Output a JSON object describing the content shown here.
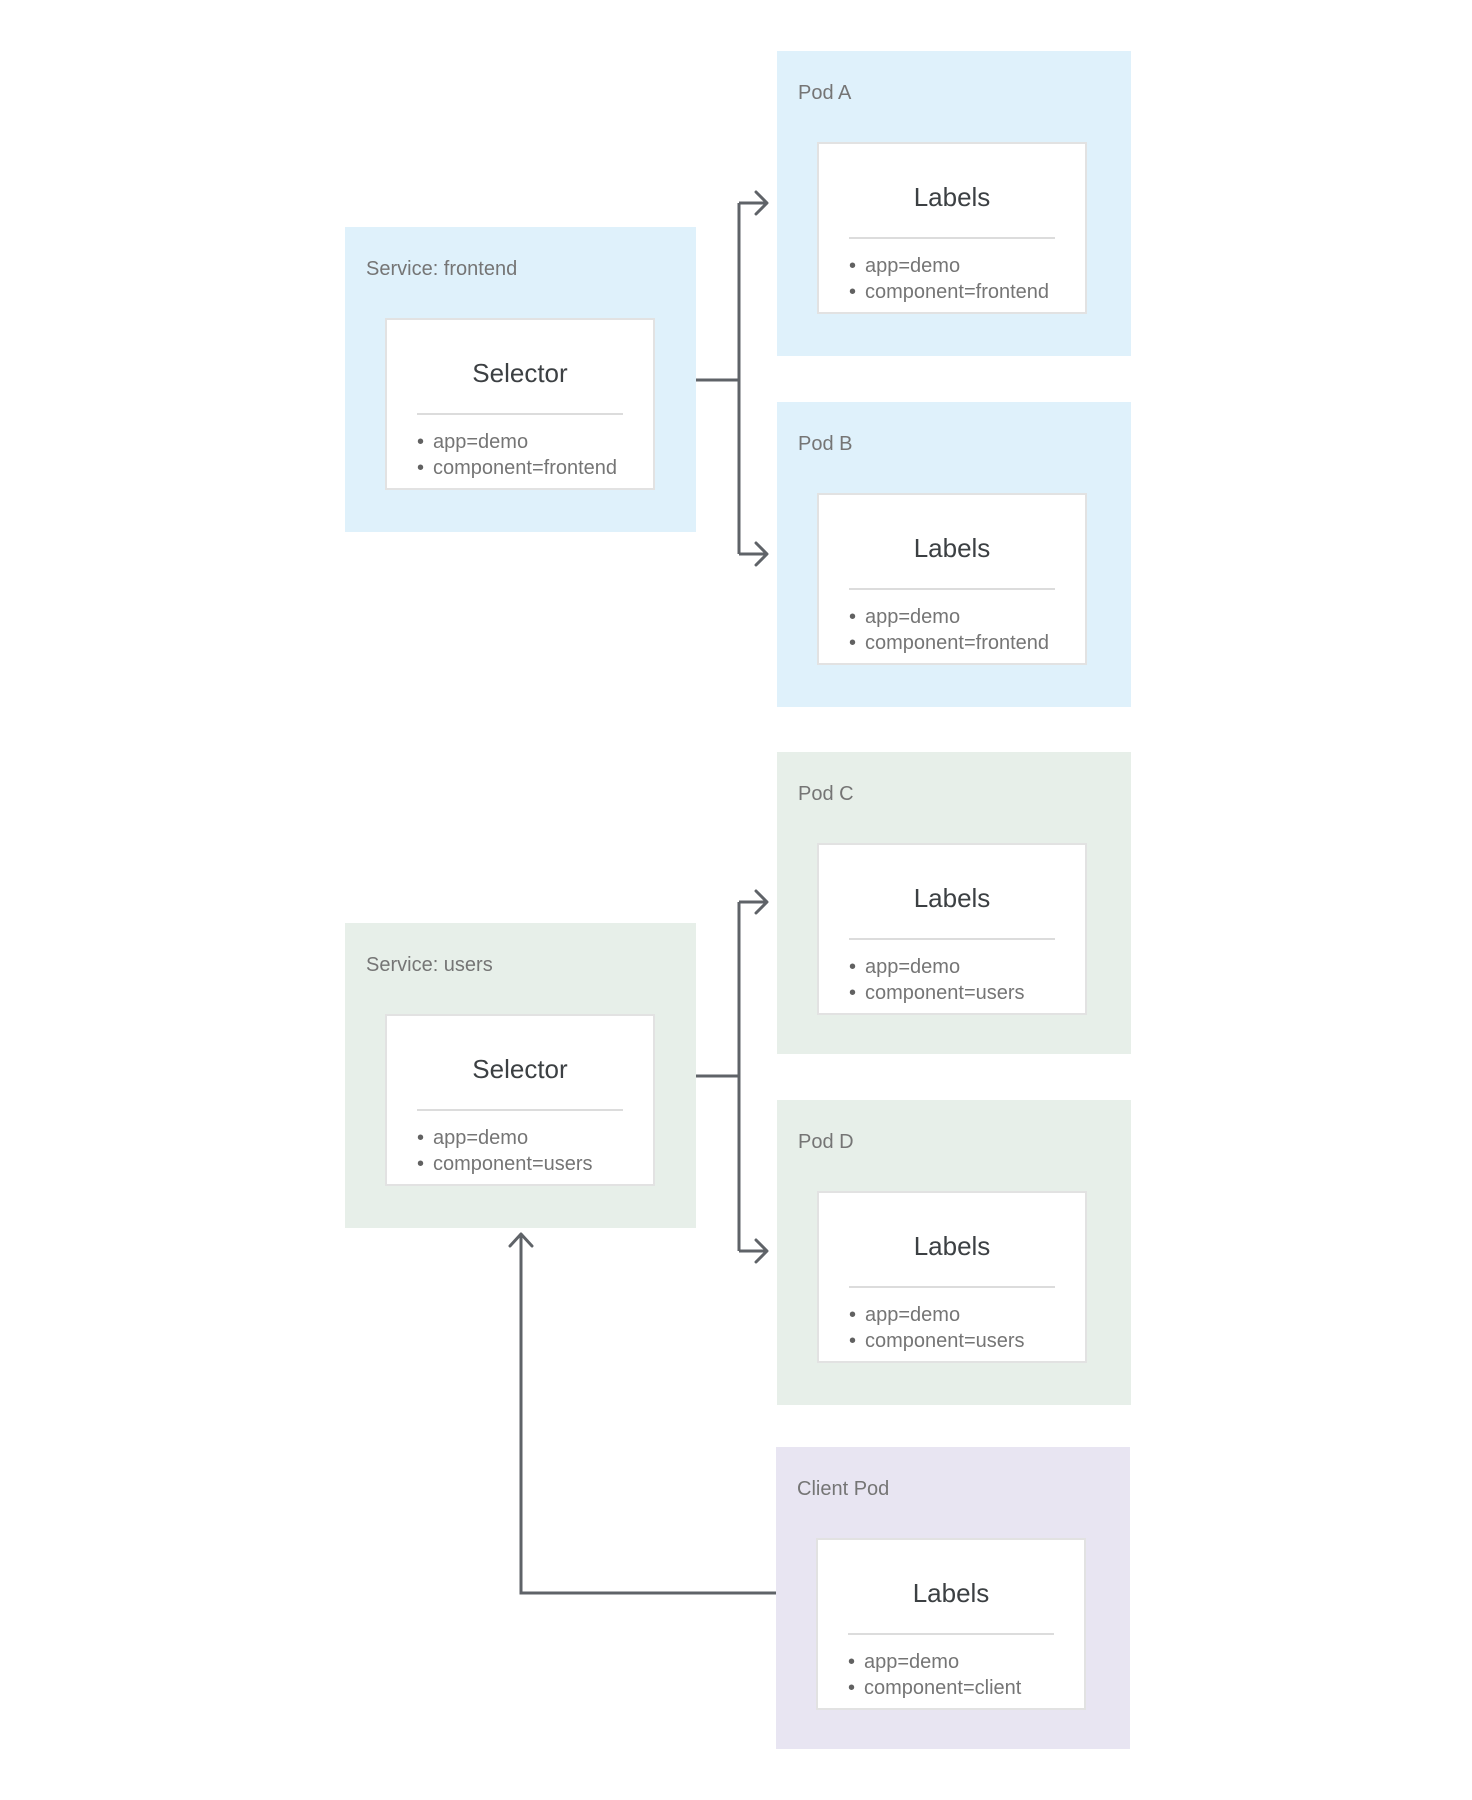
{
  "diagram": {
    "colors": {
      "blue": "#DFF1FB",
      "green": "#E7EFE9",
      "purple": "#E8E5F2",
      "line": "#5F6368",
      "muted": "#757575",
      "heading": "#3C4043",
      "card-border": "#E2E2E2",
      "divider": "#DCDCDC",
      "page-bg": "#FFFFFF"
    },
    "service_frontend": {
      "title": "Service: frontend",
      "card_title": "Selector",
      "items": [
        "app=demo",
        "component=frontend"
      ]
    },
    "service_users": {
      "title": "Service: users",
      "card_title": "Selector",
      "items": [
        "app=demo",
        "component=users"
      ]
    },
    "pod_a": {
      "title": "Pod A",
      "card_title": "Labels",
      "items": [
        "app=demo",
        "component=frontend"
      ]
    },
    "pod_b": {
      "title": "Pod B",
      "card_title": "Labels",
      "items": [
        "app=demo",
        "component=frontend"
      ]
    },
    "pod_c": {
      "title": "Pod C",
      "card_title": "Labels",
      "items": [
        "app=demo",
        "component=users"
      ]
    },
    "pod_d": {
      "title": "Pod D",
      "card_title": "Labels",
      "items": [
        "app=demo",
        "component=users"
      ]
    },
    "client_pod": {
      "title": "Client Pod",
      "card_title": "Labels",
      "items": [
        "app=demo",
        "component=client"
      ]
    }
  }
}
